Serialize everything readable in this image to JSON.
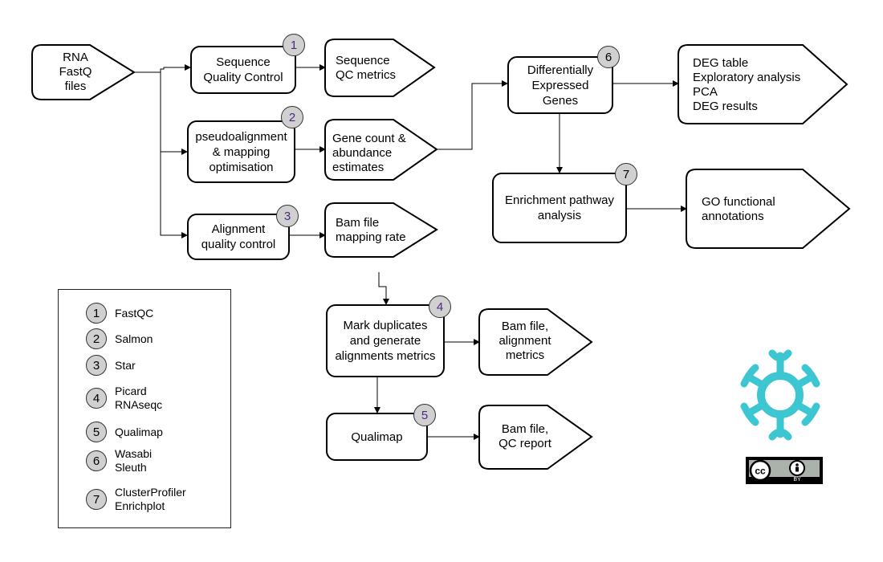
{
  "nodes": {
    "input": {
      "label": "RNA\nFastQ\nfiles"
    },
    "seq_qc": {
      "label": "Sequence\nQuality Control",
      "badge": "1"
    },
    "seq_qc_metrics": {
      "label": "Sequence\nQC metrics"
    },
    "pseudo": {
      "label": "pseudoalignment\n& mapping\noptimisation",
      "badge": "2"
    },
    "gene_count": {
      "label": "Gene count &\nabundance\nestimates"
    },
    "align_qc": {
      "label": "Alignment\nquality control",
      "badge": "3"
    },
    "bam_mapping": {
      "label": "Bam file\nmapping rate"
    },
    "deg": {
      "label": "Differentially\nExpressed\nGenes",
      "badge": "6"
    },
    "deg_results": {
      "label": "DEG table\nExploratory analysis\nPCA\nDEG results"
    },
    "enrichment": {
      "label": "Enrichment pathway\nanalysis",
      "badge": "7"
    },
    "go": {
      "label": "GO functional\nannotations"
    },
    "mark_dup": {
      "label": "Mark duplicates\nand generate\nalignments metrics",
      "badge": "4"
    },
    "bam_align": {
      "label": "Bam file,\nalignment\nmetrics"
    },
    "qualimap": {
      "label": "Qualimap",
      "badge": "5"
    },
    "bam_qc": {
      "label": "Bam file,\nQC report"
    }
  },
  "legend": [
    {
      "num": "1",
      "label": "FastQC"
    },
    {
      "num": "2",
      "label": "Salmon"
    },
    {
      "num": "3",
      "label": "Star"
    },
    {
      "num": "4",
      "label": "Picard\nRNAseqc"
    },
    {
      "num": "5",
      "label": "Qualimap"
    },
    {
      "num": "6",
      "label": "Wasabi\nSleuth"
    },
    {
      "num": "7",
      "label": "ClusterProfiler\nEnrichplot"
    }
  ],
  "license": {
    "badge_text": "BY",
    "license_name": "cc-by"
  },
  "colors": {
    "logo": "#3cc6d1",
    "badge_fill": "#d0d0d0",
    "badge_number_purple": "#4b2a82",
    "cc_gray": "#aab2ab"
  }
}
